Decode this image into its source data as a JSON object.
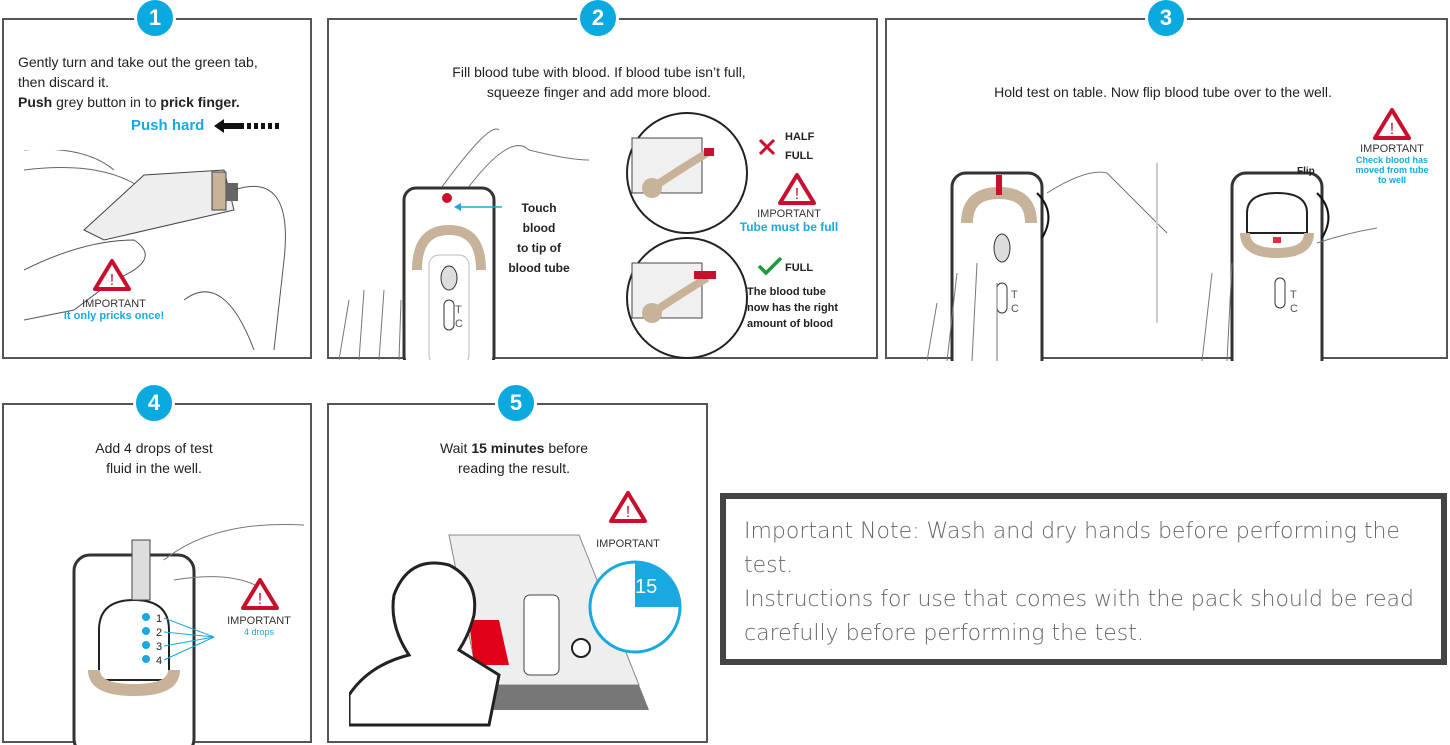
{
  "steps": [
    {
      "number": "1",
      "text_line1": "Gently turn and take out the green tab,",
      "text_line2": "then discard it.",
      "push_bold": "Push",
      "push_rest": " grey button in to ",
      "prick_bold": "prick finger.",
      "push_hard": "Push hard",
      "important_label": "IMPORTANT",
      "important_msg": "It only pricks once!"
    },
    {
      "number": "2",
      "text_line1": "Fill blood tube with blood. If blood tube isn’t full,",
      "text_line2": "squeeze finger and add more blood.",
      "touch_line1": "Touch blood",
      "touch_line2": "to tip of",
      "touch_line3": "blood tube",
      "half_line1": "HALF",
      "half_line2": "FULL",
      "important_label": "IMPORTANT",
      "important_msg": "Tube must be full",
      "full_label": "FULL",
      "full_line1": "The blood tube",
      "full_line2": "now has the right",
      "full_line3": "amount of blood",
      "tc_t": "T",
      "tc_c": "C"
    },
    {
      "number": "3",
      "text": "Hold test on table. Now flip blood tube over to the well.",
      "flip": "Flip",
      "important_label": "IMPORTANT",
      "important_msg_line1": "Check blood has",
      "important_msg_line2": "moved from tube",
      "important_msg_line3": "to well",
      "tc_t": "T",
      "tc_c": "C"
    },
    {
      "number": "4",
      "text_line1": "Add 4 drops of test",
      "text_line2": "fluid in the well.",
      "drops": [
        "1",
        "2",
        "3",
        "4"
      ],
      "important_label": "IMPORTANT",
      "important_msg": "4 drops"
    },
    {
      "number": "5",
      "text_pre": "Wait ",
      "text_bold": "15 minutes",
      "text_post": " before",
      "text_line2": "reading the result.",
      "important_label": "IMPORTANT",
      "timer": "15"
    }
  ],
  "note": {
    "line1": "Important Note: Wash and dry hands before performing the test.",
    "line2": "Instructions for use that comes with the pack should be read carefully before performing the test."
  },
  "colors": {
    "accent": "#0aa9e0",
    "warning": "#c8102e",
    "ok": "#1a9a3a",
    "tube": "#c8b29a",
    "border": "#555555"
  }
}
